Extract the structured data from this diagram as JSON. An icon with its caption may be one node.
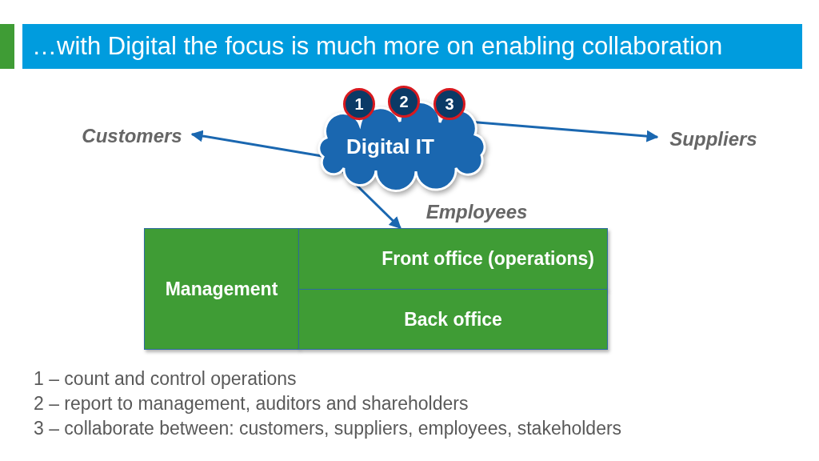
{
  "diagram": {
    "title": "…with Digital the focus is much more on enabling collaboration",
    "nodes": [
      {
        "text": [
          "Digital IT"
        ]
      },
      {
        "text": [
          "1"
        ]
      },
      {
        "text": [
          "2"
        ]
      },
      {
        "text": [
          "3"
        ]
      },
      {
        "text": [
          "Customers"
        ]
      },
      {
        "text": [
          "Suppliers"
        ]
      },
      {
        "text": [
          "Employees"
        ]
      },
      {
        "text": [
          "Management"
        ]
      },
      {
        "text": [
          "Front office (operations)"
        ]
      },
      {
        "text": [
          "Back office"
        ]
      }
    ],
    "edges": [
      {
        "from": 0,
        "to": 4,
        "arrow": "to"
      },
      {
        "from": 0,
        "to": 5,
        "arrow": "to"
      },
      {
        "from": 0,
        "to": 8,
        "arrow": "to"
      }
    ],
    "labels": [
      "1 – count and control operations",
      "2 – report to management, auditors and shareholders",
      "3 – collaborate between: customers, suppliers, employees, stakeholders"
    ]
  }
}
